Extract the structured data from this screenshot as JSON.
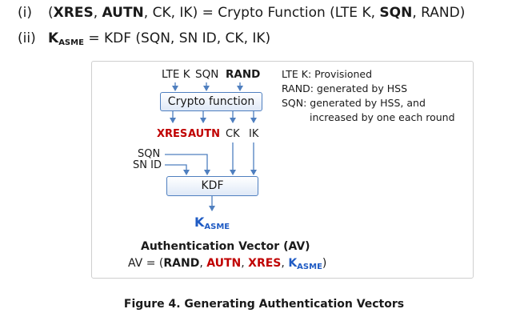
{
  "equations": {
    "eq1": {
      "num": "(i)",
      "lparen": "(",
      "xres": "XRES",
      "c1": ", ",
      "autn": "AUTN",
      "rest": ", CK, IK) = Crypto Function (LTE K, ",
      "sqn": "SQN",
      "end": ", RAND)"
    },
    "eq2": {
      "num": "(ii)",
      "k": "K",
      "ksub": "ASME",
      "rest": " = KDF (SQN, SN ID, CK, IK)"
    }
  },
  "diagram": {
    "inputs": {
      "ltek": "LTE K",
      "sqn": "SQN",
      "rand": "RAND"
    },
    "crypto_box": "Crypto function",
    "outputs": {
      "xres": "XRES",
      "autn": "AUTN",
      "ck": "CK",
      "ik": "IK"
    },
    "kdf_inputs": {
      "sqn": "SQN",
      "snid": "SN ID"
    },
    "kdf_box": "KDF",
    "result": {
      "k": "K",
      "sub": "ASME"
    },
    "av_title": "Authentication Vector (AV)",
    "av_formula": {
      "prefix": "AV = (",
      "rand": "RAND",
      "c1": ", ",
      "autn": "AUTN",
      "c2": ", ",
      "xres": "XRES",
      "c3": ", ",
      "k": "K",
      "sub": "ASME",
      "end": ")"
    }
  },
  "notes": {
    "n1": "LTE K: Provisioned",
    "n2": "RAND: generated by HSS",
    "n3": "SQN: generated by HSS, and",
    "n4": "increased by one each round"
  },
  "caption": "Figure 4. Generating Authentication Vectors",
  "colors": {
    "red": "#c00000",
    "blue": "#1f5bc4",
    "arrow": "#4f7fbf"
  }
}
